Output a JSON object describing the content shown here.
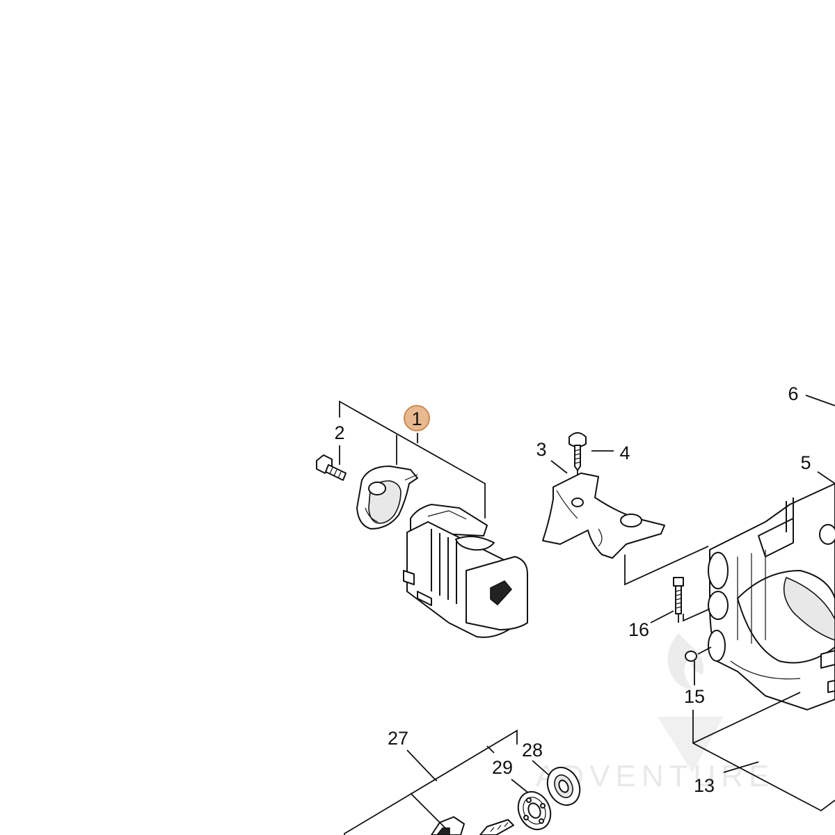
{
  "diagram": {
    "callouts": {
      "c1": "1",
      "c2": "2",
      "c3": "3",
      "c4": "4",
      "c5": "5",
      "c6": "6",
      "c13": "13",
      "c15": "15",
      "c16": "16",
      "c27": "27",
      "c28": "28",
      "c29": "29"
    },
    "highlight_color": "#e8b98e",
    "highlight_stroke": "#c98a52",
    "watermark_text": "ADVENTURE"
  }
}
